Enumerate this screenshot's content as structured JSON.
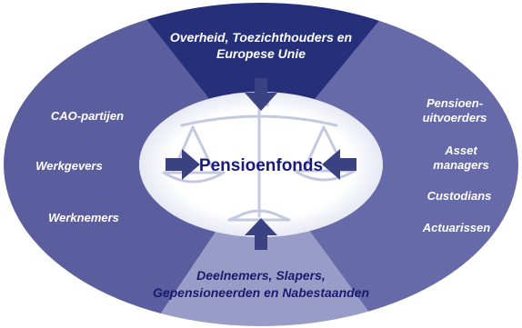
{
  "center": {
    "label": "Pensioenfonds"
  },
  "sections": {
    "top": {
      "lines": [
        "Overheid, Toezichthouders en",
        "Europese Unie"
      ]
    },
    "left": {
      "items": [
        "CAO-partijen",
        "Werkgevers",
        "Werknemers"
      ]
    },
    "right": {
      "items": [
        [
          "Pensioen-",
          "uitvoerders"
        ],
        [
          "Asset",
          "managers"
        ],
        [
          "Custodians"
        ],
        [
          "Actuarissen"
        ]
      ]
    },
    "bottom": {
      "lines": [
        "Deelnemers, Slapers,",
        "Gepensioneerden en Nabestaanden"
      ]
    }
  },
  "colors": {
    "top": "#26307a",
    "left": "#5a5e9e",
    "right": "#666aa8",
    "bottom": "#9a9cc8",
    "center_fill": "#ffffff",
    "arrow": "#3a4282",
    "scale": "#c4c8e0",
    "center_text": "#1a1a7a",
    "label_text": "#ffffff"
  },
  "icons": {
    "center": "balance-scale-icon"
  }
}
